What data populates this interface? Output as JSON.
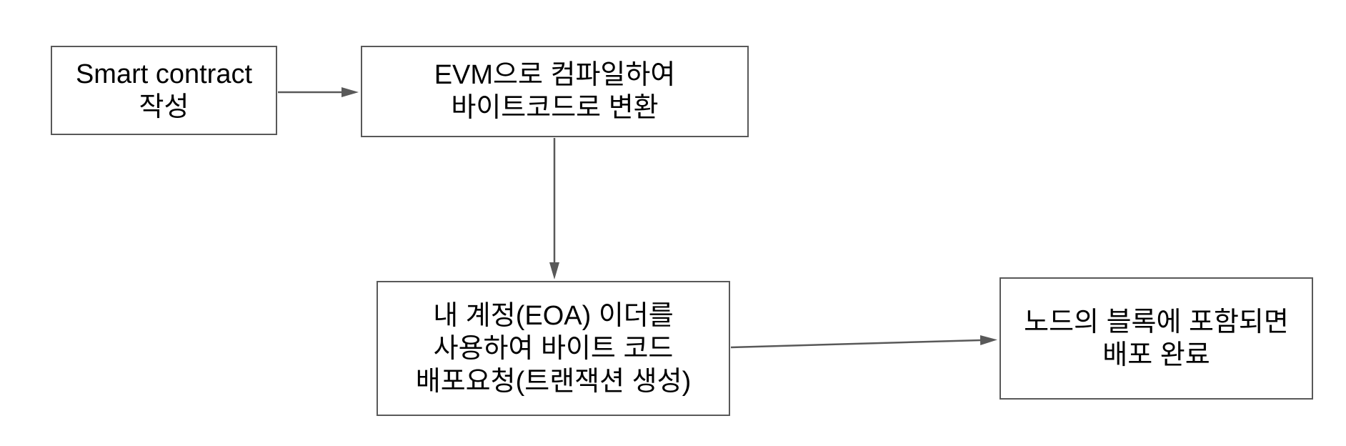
{
  "diagram": {
    "type": "flowchart",
    "colors": {
      "background": "#ffffff",
      "node_border": "#595959",
      "arrow": "#595959",
      "text": "#000000"
    },
    "nodes": [
      {
        "id": "smart-contract-write",
        "lines": [
          "Smart contract",
          "작성"
        ]
      },
      {
        "id": "evm-compile",
        "lines": [
          "EVM으로 컴파일하여",
          "바이트코드로 변환"
        ]
      },
      {
        "id": "deploy-request",
        "lines": [
          "내 계정(EOA) 이더를",
          "사용하여 바이트 코드",
          "배포요청(트랜잭션 생성)"
        ]
      },
      {
        "id": "deploy-complete",
        "lines": [
          "노드의 블록에 포함되면",
          "배포 완료"
        ]
      }
    ],
    "edges": [
      {
        "from": "smart-contract-write",
        "to": "evm-compile",
        "direction": "right"
      },
      {
        "from": "evm-compile",
        "to": "deploy-request",
        "direction": "down"
      },
      {
        "from": "deploy-request",
        "to": "deploy-complete",
        "direction": "right"
      }
    ]
  }
}
